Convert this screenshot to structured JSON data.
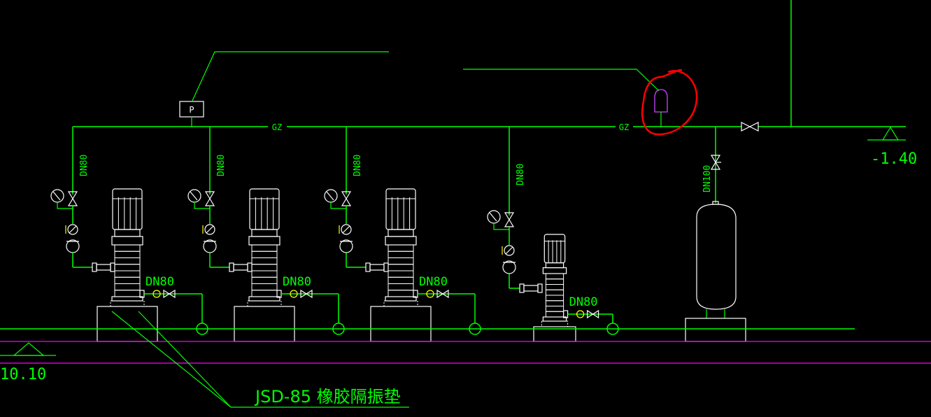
{
  "drawing": {
    "colors": {
      "background": "#000000",
      "pipe": "#00ff00",
      "equipment": "#ffffff",
      "floor_line": "#ff00ff",
      "markup": "#ff0000",
      "annotation": "#00ff00",
      "gauge_yellow": "#ffff00"
    },
    "main_pipe_label_left": "GZ",
    "main_pipe_label_right": "GZ",
    "pressure_box_label": "P",
    "branch_labels": [
      "DN80",
      "DN80",
      "DN80",
      "DN80"
    ],
    "tank_branch_label": "DN100",
    "pump_outlet_labels": [
      "DN80",
      "DN80",
      "DN80",
      "DN80"
    ],
    "elevation_right": "-1.40",
    "elevation_left": "10.10",
    "pad_note": "JSD-85 橡胶隔振垫",
    "pumps_count": 4,
    "markup_circle": "red hand-drawn circle around air vent"
  }
}
